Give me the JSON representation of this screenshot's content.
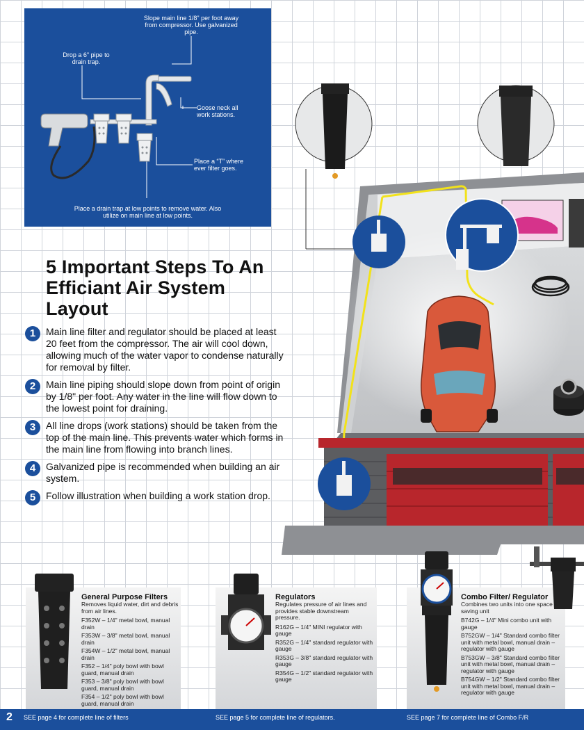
{
  "diagram": {
    "label_slope": "Slope main line 1/8\" per foot away from compressor. Use galvanized pipe.",
    "label_drop": "Drop a 6\" pipe to drain trap.",
    "label_goose": "Goose neck all work stations.",
    "label_tee": "Place a “T” where ever filter goes.",
    "label_trap": "Place a drain trap at low points to remove water. Also utilize on main line at low points."
  },
  "headline": "5 Important Steps To An Efficiant Air System Layout",
  "steps": [
    {
      "num": "1",
      "text": "Main line filter and regulator should be placed at least 20 feet from the compressor. The air will cool down, allowing much of the water vapor to condense naturally for removal by filter."
    },
    {
      "num": "2",
      "text": "Main line piping should slope down from point of origin by 1/8\" per foot. Any water in the line will flow down to the lowest point for draining."
    },
    {
      "num": "3",
      "text": "All line drops (work stations) should be taken from the top of the main line. This prevents water which forms in the main line from flowing into branch lines."
    },
    {
      "num": "4",
      "text": "Galvanized pipe is recommended when building an air system."
    },
    {
      "num": "5",
      "text": "Follow illustration when building a work station drop."
    }
  ],
  "filters": {
    "title": "General Purpose Filters",
    "desc": "Removes liquid water, dirt and debris from air lines.",
    "items": [
      "F352W – 1/4\" metal bowl, manual drain",
      "F353W – 3/8\" metal bowl, manual drain",
      "F354W – 1/2\" metal bowl, manual drain",
      "F352 – 1/4\" poly bowl with bowl guard, manual drain",
      "F353 – 3/8\" poly bowl with bowl guard, manual drain",
      "F354 – 1/2\" poly bowl with bowl guard, manual drain"
    ]
  },
  "regulators": {
    "title": "Regulators",
    "desc": "Regulates pressure of air lines and provides stable downstream pressure.",
    "items": [
      "R162G – 1/4\" MINI regulator with gauge",
      "R352G – 1/4\" standard regulator with gauge",
      "R353G – 3/8\" standard regulator with gauge",
      "R354G – 1/2\" standard regulator with gauge"
    ]
  },
  "combo": {
    "title": "Combo Filter/ Regulator",
    "desc": "Combines two units into one space saving unit",
    "items": [
      "B742G – 1/4\" Mini combo unit with gauge",
      "B752GW – 1/4\" Standard combo filter unit with metal bowl, manual drain – regulator with gauge",
      "B753GW – 3/8\" Standard combo filter unit with metal bowl, manual drain – regulator with gauge",
      "B754GW – 1/2\" Standard combo filter unit with metal bowl, manual drain – regulator with gauge"
    ]
  },
  "footer": {
    "page": "2",
    "filters_note": "SEE page 4 for complete line of filters",
    "regulators_note": "SEE page 5 for complete line of regulators.",
    "combo_note": "SEE page 7 for complete line of Combo F/R"
  },
  "colors": {
    "brand_blue": "#1b4f9c",
    "air_line_yellow": "#f2e21a",
    "car_red": "#d9593b",
    "building_red": "#b8262c"
  }
}
